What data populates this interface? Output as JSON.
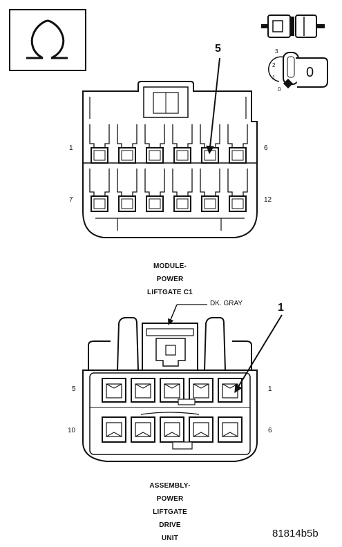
{
  "connector_c1": {
    "callout_pin": "5",
    "pin_labels": {
      "top_left": "1",
      "top_right": "6",
      "bottom_left": "7",
      "bottom_right": "12"
    },
    "caption": [
      "MODULE-",
      "POWER",
      "LIFTGATE C1"
    ]
  },
  "connector_drive": {
    "callout_pin": "1",
    "color_label": "DK. GRAY",
    "pin_labels": {
      "top_left": "5",
      "top_right": "1",
      "bottom_left": "10",
      "bottom_right": "6"
    },
    "caption": [
      "ASSEMBLY-",
      "POWER",
      "LIFTGATE",
      "DRIVE",
      "UNIT"
    ]
  },
  "icons": {
    "ohm_symbol": "Ω-icon",
    "ignition_positions": [
      "3",
      "2",
      "1",
      "0"
    ],
    "ignition_key_value": "0"
  },
  "figure_id": "81814b5b"
}
